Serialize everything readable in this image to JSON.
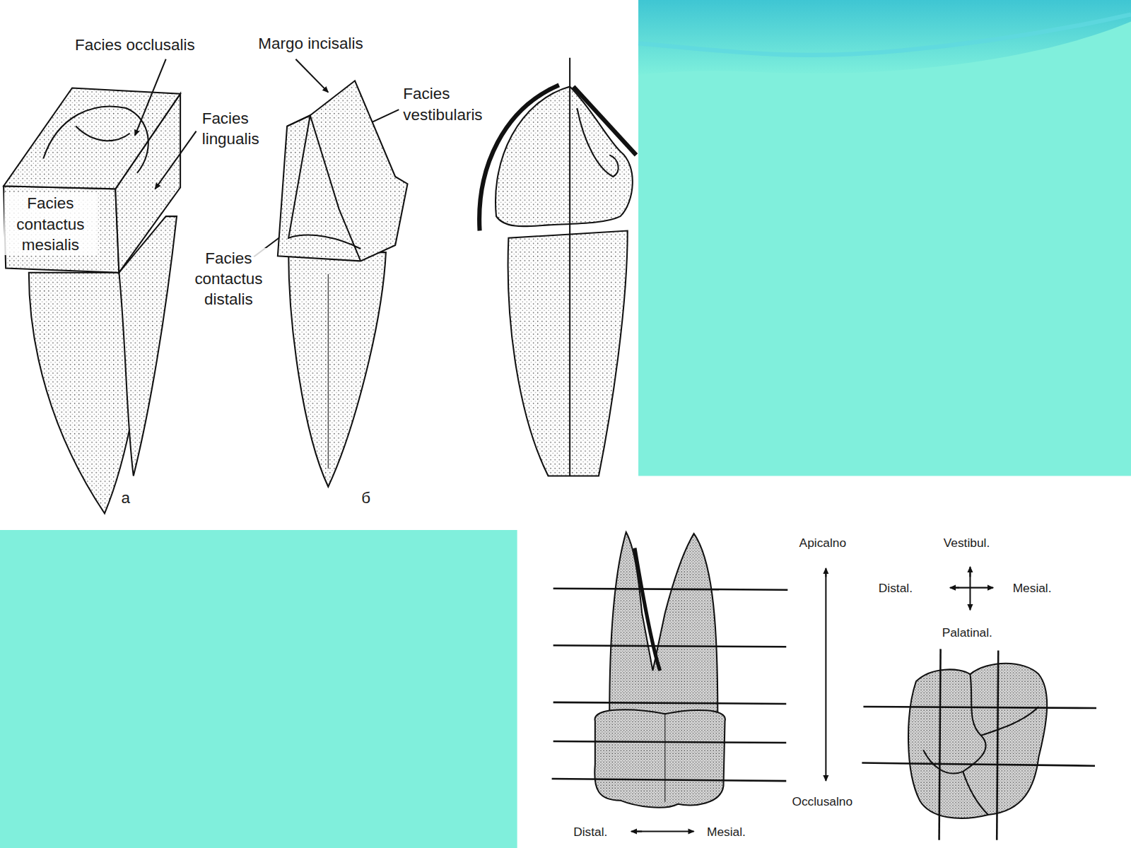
{
  "diagram": {
    "labels": [
      "Facies occlusalis",
      "Margo incisalis",
      "Facies lingualis",
      "Facies vestibularis",
      "Facies contactus mesialis",
      "Facies contactus distalis",
      "а",
      "б",
      "Apicalno",
      "Vestibul.",
      "Distal.",
      "Mesial.",
      "Palatinal.",
      "Occlusalno",
      "Distal.",
      "Mesial."
    ]
  }
}
